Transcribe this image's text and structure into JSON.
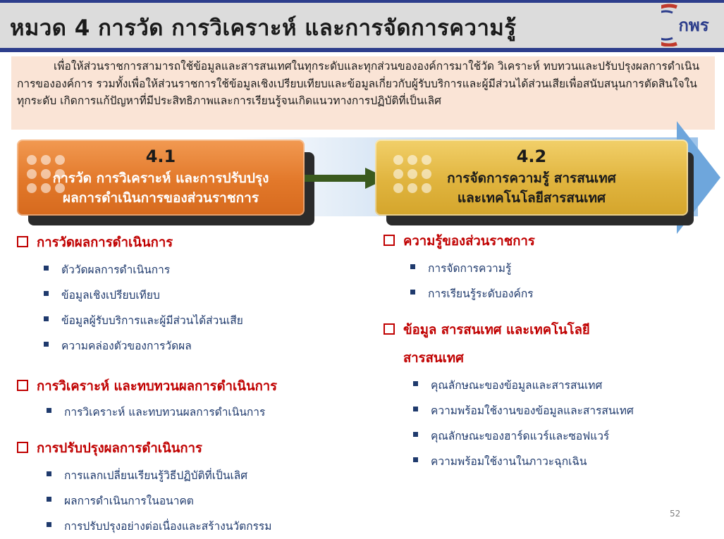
{
  "title": "หมวด 4  การวัด การวิเคราะห์ และการจัดการความรู้",
  "logo_text": "กพร",
  "intro": "เพื่อให้ส่วนราชการสามารถใช้ข้อมูลและสารสนเทศในทุกระดับและทุกส่วนขององค์การมาใช้วัด วิเคราะห์ ทบทวนและปรับปรุงผลการดำเนินการขององค์การ รวมทั้งเพื่อให้ส่วนราชการใช้ข้อมูลเชิงเปรียบเทียบและข้อมูลเกี่ยวกับผู้รับบริการและผู้มีส่วนได้ส่วนเสียเพื่อสนับสนุนการตัดสินใจในทุกระดับ เกิดการแก้ปัญหาที่มีประสิทธิภาพและการเรียนรู้จนเกิดแนวทางการปฏิบัติที่เป็นเลิศ",
  "box1": {
    "number": "4.1",
    "line1": "การวัด การวิเคราะห์ และการปรับปรุง",
    "line2": "ผลการดำเนินการของส่วนราชการ"
  },
  "box2": {
    "number": "4.2",
    "line1": "การจัดการความรู้ สารสนเทศ",
    "line2": "และเทคโนโลยีสารสนเทศ"
  },
  "left": {
    "sec1": {
      "heading": "การวัดผลการดำเนินการ",
      "items": [
        "ตัววัดผลการดำเนินการ",
        "ข้อมูลเชิงเปรียบเทียบ",
        "ข้อมูลผู้รับบริการและผู้มีส่วนได้ส่วนเสีย",
        "ความคล่องตัวของการวัดผล"
      ]
    },
    "sec2": {
      "heading": "การวิเคราะห์ และทบทวนผลการดำเนินการ",
      "items": [
        "การวิเคราะห์ และทบทวนผลการดำเนินการ"
      ]
    },
    "sec3": {
      "heading": "การปรับปรุงผลการดำเนินการ",
      "items": [
        "การแลกเปลี่ยนเรียนรู้วิธีปฏิบัติที่เป็นเลิศ",
        "ผลการดำเนินการในอนาคต",
        "การปรับปรุงอย่างต่อเนื่องและสร้างนวัตกรรม"
      ]
    }
  },
  "right": {
    "sec1": {
      "heading": "ความรู้ของส่วนราชการ",
      "items": [
        "การจัดการความรู้",
        "การเรียนรู้ระดับองค์กร"
      ]
    },
    "sec2": {
      "heading_line1": "ข้อมูล สารสนเทศ และเทคโนโลยี",
      "heading_line2": "สารสนเทศ",
      "items": [
        "คุณลักษณะของข้อมูลและสารสนเทศ",
        "ความพร้อมใช้งานของข้อมูลและสารสนเทศ",
        "คุณลักษณะของฮาร์ดแวร์และซอฟแวร์",
        "ความพร้อมใช้งานในภาวะฉุกเฉิน"
      ]
    }
  },
  "page_number": "52",
  "colors": {
    "accent_blue": "#2d3e8c",
    "heading_red": "#c00000",
    "item_navy": "#1f3a6d",
    "box1_orange": "#e2782a",
    "box2_gold": "#e0b43e",
    "arrow_green": "#3a5a1e"
  }
}
